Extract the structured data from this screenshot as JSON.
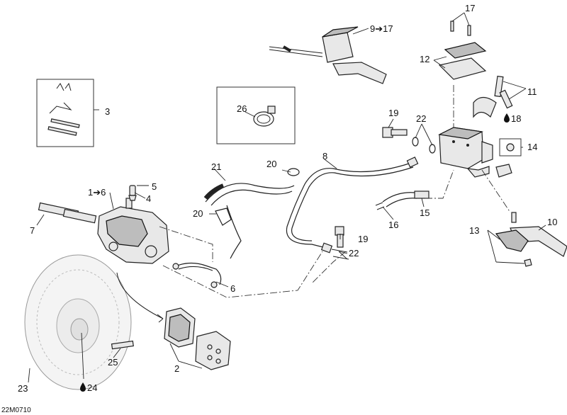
{
  "figure_code": "22M0710",
  "callouts": {
    "c1": "1➔6",
    "c2": "2",
    "c3": "3",
    "c4": "4",
    "c5": "5",
    "c6": "6",
    "c7": "7",
    "c8": "8",
    "c9": "9➔17",
    "c10": "10",
    "c11": "11",
    "c12": "12",
    "c13": "13",
    "c14": "14",
    "c15": "15",
    "c16": "16",
    "c17": "17",
    "c18": "18",
    "c19a": "19",
    "c19b": "19",
    "c20a": "20",
    "c20b": "20",
    "c21": "21",
    "c22a": "22",
    "c22b": "22",
    "c23": "23",
    "c24": "24",
    "c25": "25",
    "c26": "26"
  },
  "icons": {
    "lubricant": "oil-drop-icon"
  }
}
